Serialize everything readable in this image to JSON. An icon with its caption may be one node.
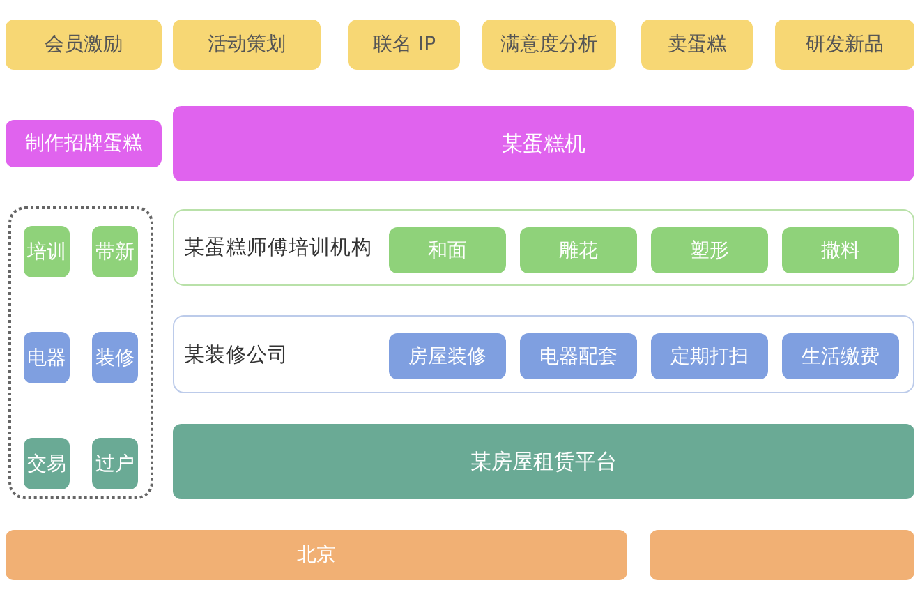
{
  "diagram": {
    "nodes": [
      {
        "text": [
          "会员激励"
        ]
      },
      {
        "text": [
          "活动策划"
        ]
      },
      {
        "text": [
          "联名 IP"
        ]
      },
      {
        "text": [
          "满意度分析"
        ]
      },
      {
        "text": [
          "卖蛋糕"
        ]
      },
      {
        "text": [
          "研发新品"
        ]
      },
      {
        "text": [
          "制作招牌蛋糕"
        ]
      },
      {
        "text": [
          "某蛋糕机"
        ]
      },
      {
        "text": [],
        "shape": "box"
      },
      {
        "text": [
          "培训"
        ],
        "in": 8
      },
      {
        "text": [
          "带新"
        ],
        "in": 8
      },
      {
        "text": [
          "电器"
        ],
        "in": 8
      },
      {
        "text": [
          "装修"
        ],
        "in": 8
      },
      {
        "text": [
          "交易"
        ],
        "in": 8
      },
      {
        "text": [
          "过户"
        ],
        "in": 8
      },
      {
        "text": [
          "某蛋糕师傅培训机构"
        ]
      },
      {
        "text": [
          "和面"
        ],
        "in": 15
      },
      {
        "text": [
          "雕花"
        ],
        "in": 15
      },
      {
        "text": [
          "塑形"
        ],
        "in": 15
      },
      {
        "text": [
          "撒料"
        ],
        "in": 15
      },
      {
        "text": [
          "某装修公司"
        ]
      },
      {
        "text": [
          "房屋装修"
        ],
        "in": 20
      },
      {
        "text": [
          "电器配套"
        ],
        "in": 20
      },
      {
        "text": [
          "定期打扫"
        ],
        "in": 20
      },
      {
        "text": [
          "生活缴费"
        ],
        "in": 20
      },
      {
        "text": [
          "某房屋租赁平台"
        ]
      },
      {
        "text": [
          "北京"
        ]
      },
      {
        "text": [],
        "shape": "box"
      }
    ]
  }
}
